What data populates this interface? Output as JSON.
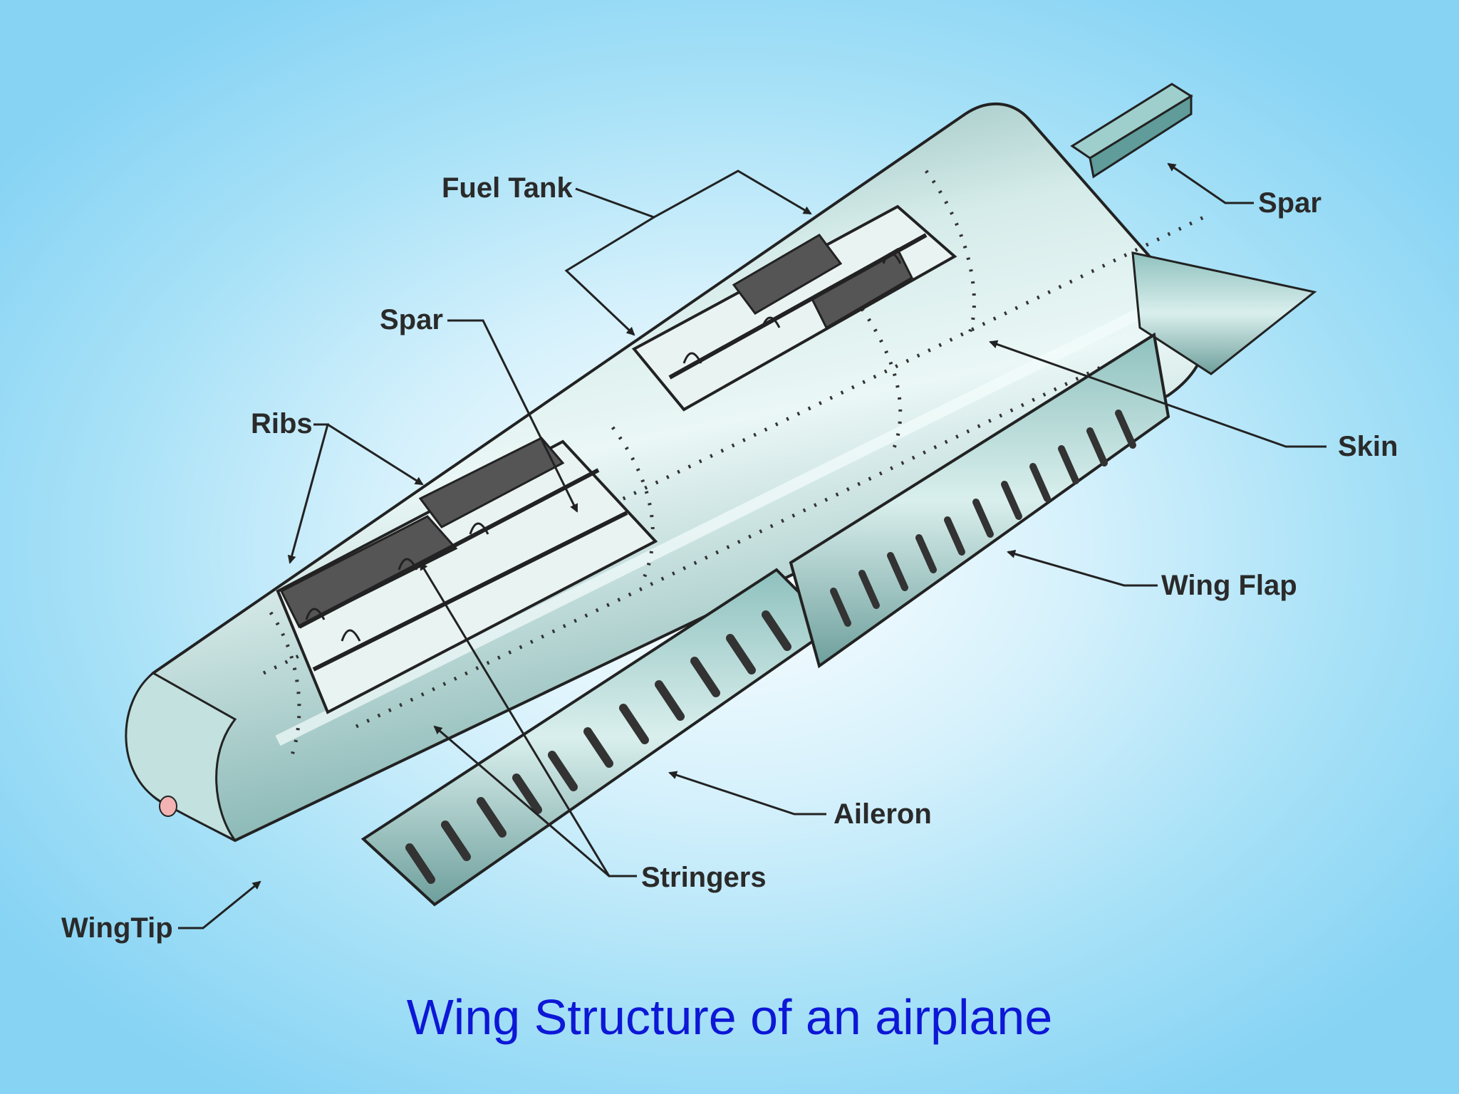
{
  "labels": {
    "fuel_tank": "Fuel Tank",
    "spar_top": "Spar",
    "spar_left": "Spar",
    "ribs": "Ribs",
    "skin": "Skin",
    "wing_flap": "Wing Flap",
    "aileron": "Aileron",
    "stringers": "Stringers",
    "wing_tip": "WingTip"
  },
  "caption": "Wing Structure of an airplane",
  "colors": {
    "background": "#86d3f4",
    "wing_skin": "#c7e6e4",
    "wing_shade": "#5f9c9a",
    "dark_panel": "#555555",
    "caption": "#0d17d6",
    "label": "#2a2a2a"
  }
}
